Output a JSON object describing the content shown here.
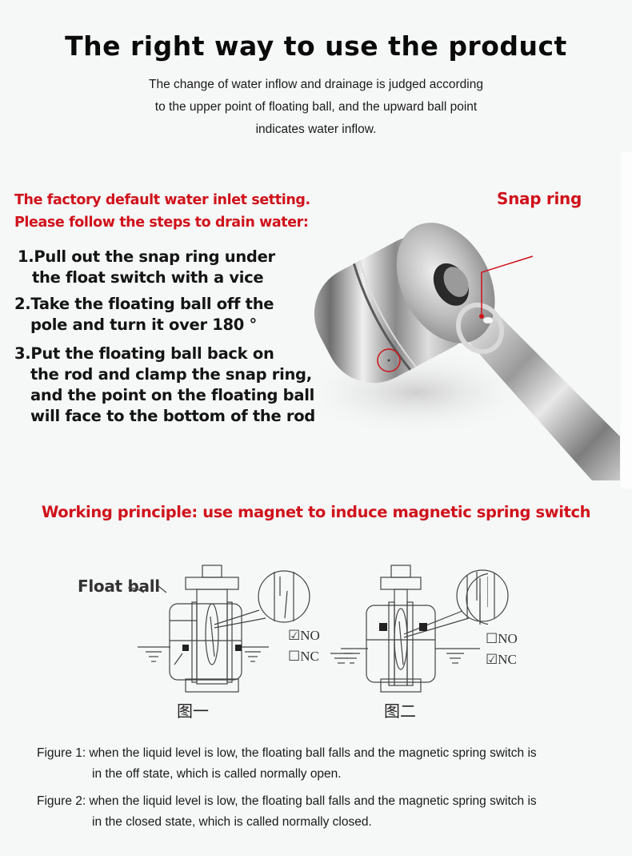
{
  "header": {
    "title": "The right way to use the product",
    "subtitle_lines": [
      "The change of water inflow and drainage is judged according",
      "to the upper point of floating ball, and the upward ball point",
      "indicates water inflow."
    ]
  },
  "instructions": {
    "heading_lines": [
      "The factory default water inlet setting.",
      "Please follow the steps to drain water:"
    ],
    "steps": [
      {
        "lines": [
          "1.Pull out the snap ring under",
          "the float switch with a vice"
        ]
      },
      {
        "lines": [
          "2.Take the floating ball off the",
          "pole and turn it over 180 °"
        ]
      },
      {
        "lines": [
          "3.Put the floating ball back on",
          "the rod and clamp the snap ring,",
          "and the point on the floating ball",
          "will face to the bottom of the rod"
        ]
      }
    ],
    "photo_callout": "Snap ring"
  },
  "principle": {
    "heading": "Working principle: use magnet to induce magnetic spring switch",
    "float_ball_label": "Float ball",
    "figures": [
      {
        "caption": "图一",
        "options": [
          {
            "label": "NO",
            "checked": true
          },
          {
            "label": "NC",
            "checked": false
          }
        ]
      },
      {
        "caption": "图二",
        "options": [
          {
            "label": "NO",
            "checked": false
          },
          {
            "label": "NC",
            "checked": true
          }
        ]
      }
    ],
    "descriptions": [
      {
        "prefix": "Figure 1: ",
        "line1": "when the liquid level is low, the floating ball falls and the magnetic spring switch is",
        "line2": "in the off state, which is called normally open."
      },
      {
        "prefix": "Figure 2: ",
        "line1": "when the liquid level is low, the floating ball falls and the magnetic spring switch is",
        "line2": "in the closed state, which is called normally closed."
      }
    ]
  },
  "colors": {
    "accent_red": "#d0121b",
    "background": "#f6f7f7",
    "text": "#111111"
  },
  "icons": {
    "checked_box": "☑",
    "unchecked_box": "☐"
  }
}
